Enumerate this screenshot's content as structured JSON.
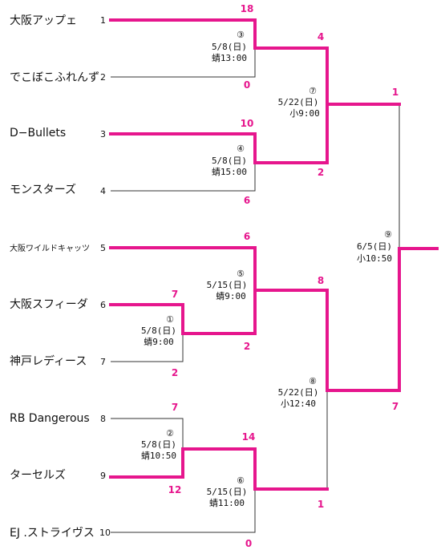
{
  "accent_color": "#e6168d",
  "line_color": "#333333",
  "teams": [
    {
      "seed": "1",
      "name": "大阪アップェ"
    },
    {
      "seed": "2",
      "name": "でこぼこふれんず"
    },
    {
      "seed": "3",
      "name": "D−Bullets"
    },
    {
      "seed": "4",
      "name": "モンスターズ"
    },
    {
      "seed": "5",
      "name": "大阪ワイルドキャッツ"
    },
    {
      "seed": "6",
      "name": "大阪スフィーダ"
    },
    {
      "seed": "7",
      "name": "神戸レディース"
    },
    {
      "seed": "8",
      "name": "RB Dangerous"
    },
    {
      "seed": "9",
      "name": "ターセルズ"
    },
    {
      "seed": "10",
      "name": "EJ .ストライヴス"
    }
  ],
  "matches": [
    {
      "no": "①",
      "date": "5/8(日)",
      "venue": "蜻9:00",
      "top_score": "7",
      "bottom_score": "2"
    },
    {
      "no": "②",
      "date": "5/8(日)",
      "venue": "蜻10:50",
      "top_score": "7",
      "bottom_score": "12"
    },
    {
      "no": "③",
      "date": "5/8(日)",
      "venue": "蜻13:00",
      "top_score": "18",
      "bottom_score": "0"
    },
    {
      "no": "④",
      "date": "5/8(日)",
      "venue": "蜻15:00",
      "top_score": "10",
      "bottom_score": "6"
    },
    {
      "no": "⑤",
      "date": "5/15(日)",
      "venue": "蜻9:00",
      "top_score": "6",
      "bottom_score": "2"
    },
    {
      "no": "⑥",
      "date": "5/15(日)",
      "venue": "蜻11:00",
      "top_score": "14",
      "bottom_score": "0"
    },
    {
      "no": "⑦",
      "date": "5/22(日)",
      "venue": "小9:00",
      "top_score": "4",
      "bottom_score": "2"
    },
    {
      "no": "⑧",
      "date": "5/22(日)",
      "venue": "小12:40",
      "top_score": "8",
      "bottom_score": "1"
    },
    {
      "no": "⑨",
      "date": "6/5(日)",
      "venue": "小10:50",
      "top_score": "1",
      "bottom_score": "7"
    }
  ]
}
